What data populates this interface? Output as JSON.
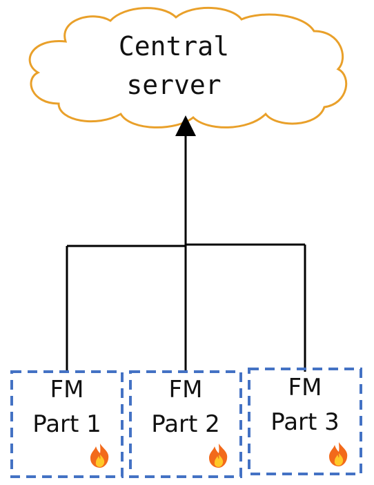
{
  "server": {
    "line1": "Central",
    "line2": "server",
    "outline_color": "#E9A02A"
  },
  "parts": [
    {
      "line1": "FM",
      "line2": "Part 1",
      "icon": "fire-icon"
    },
    {
      "line1": "FM",
      "line2": "Part 2",
      "icon": "fire-icon"
    },
    {
      "line1": "FM",
      "line2": "Part 3",
      "icon": "fire-icon"
    }
  ],
  "colors": {
    "box_border": "#4472C4",
    "connector": "#000000",
    "flame_outer": "#F26A1B",
    "flame_inner": "#FFC928"
  }
}
